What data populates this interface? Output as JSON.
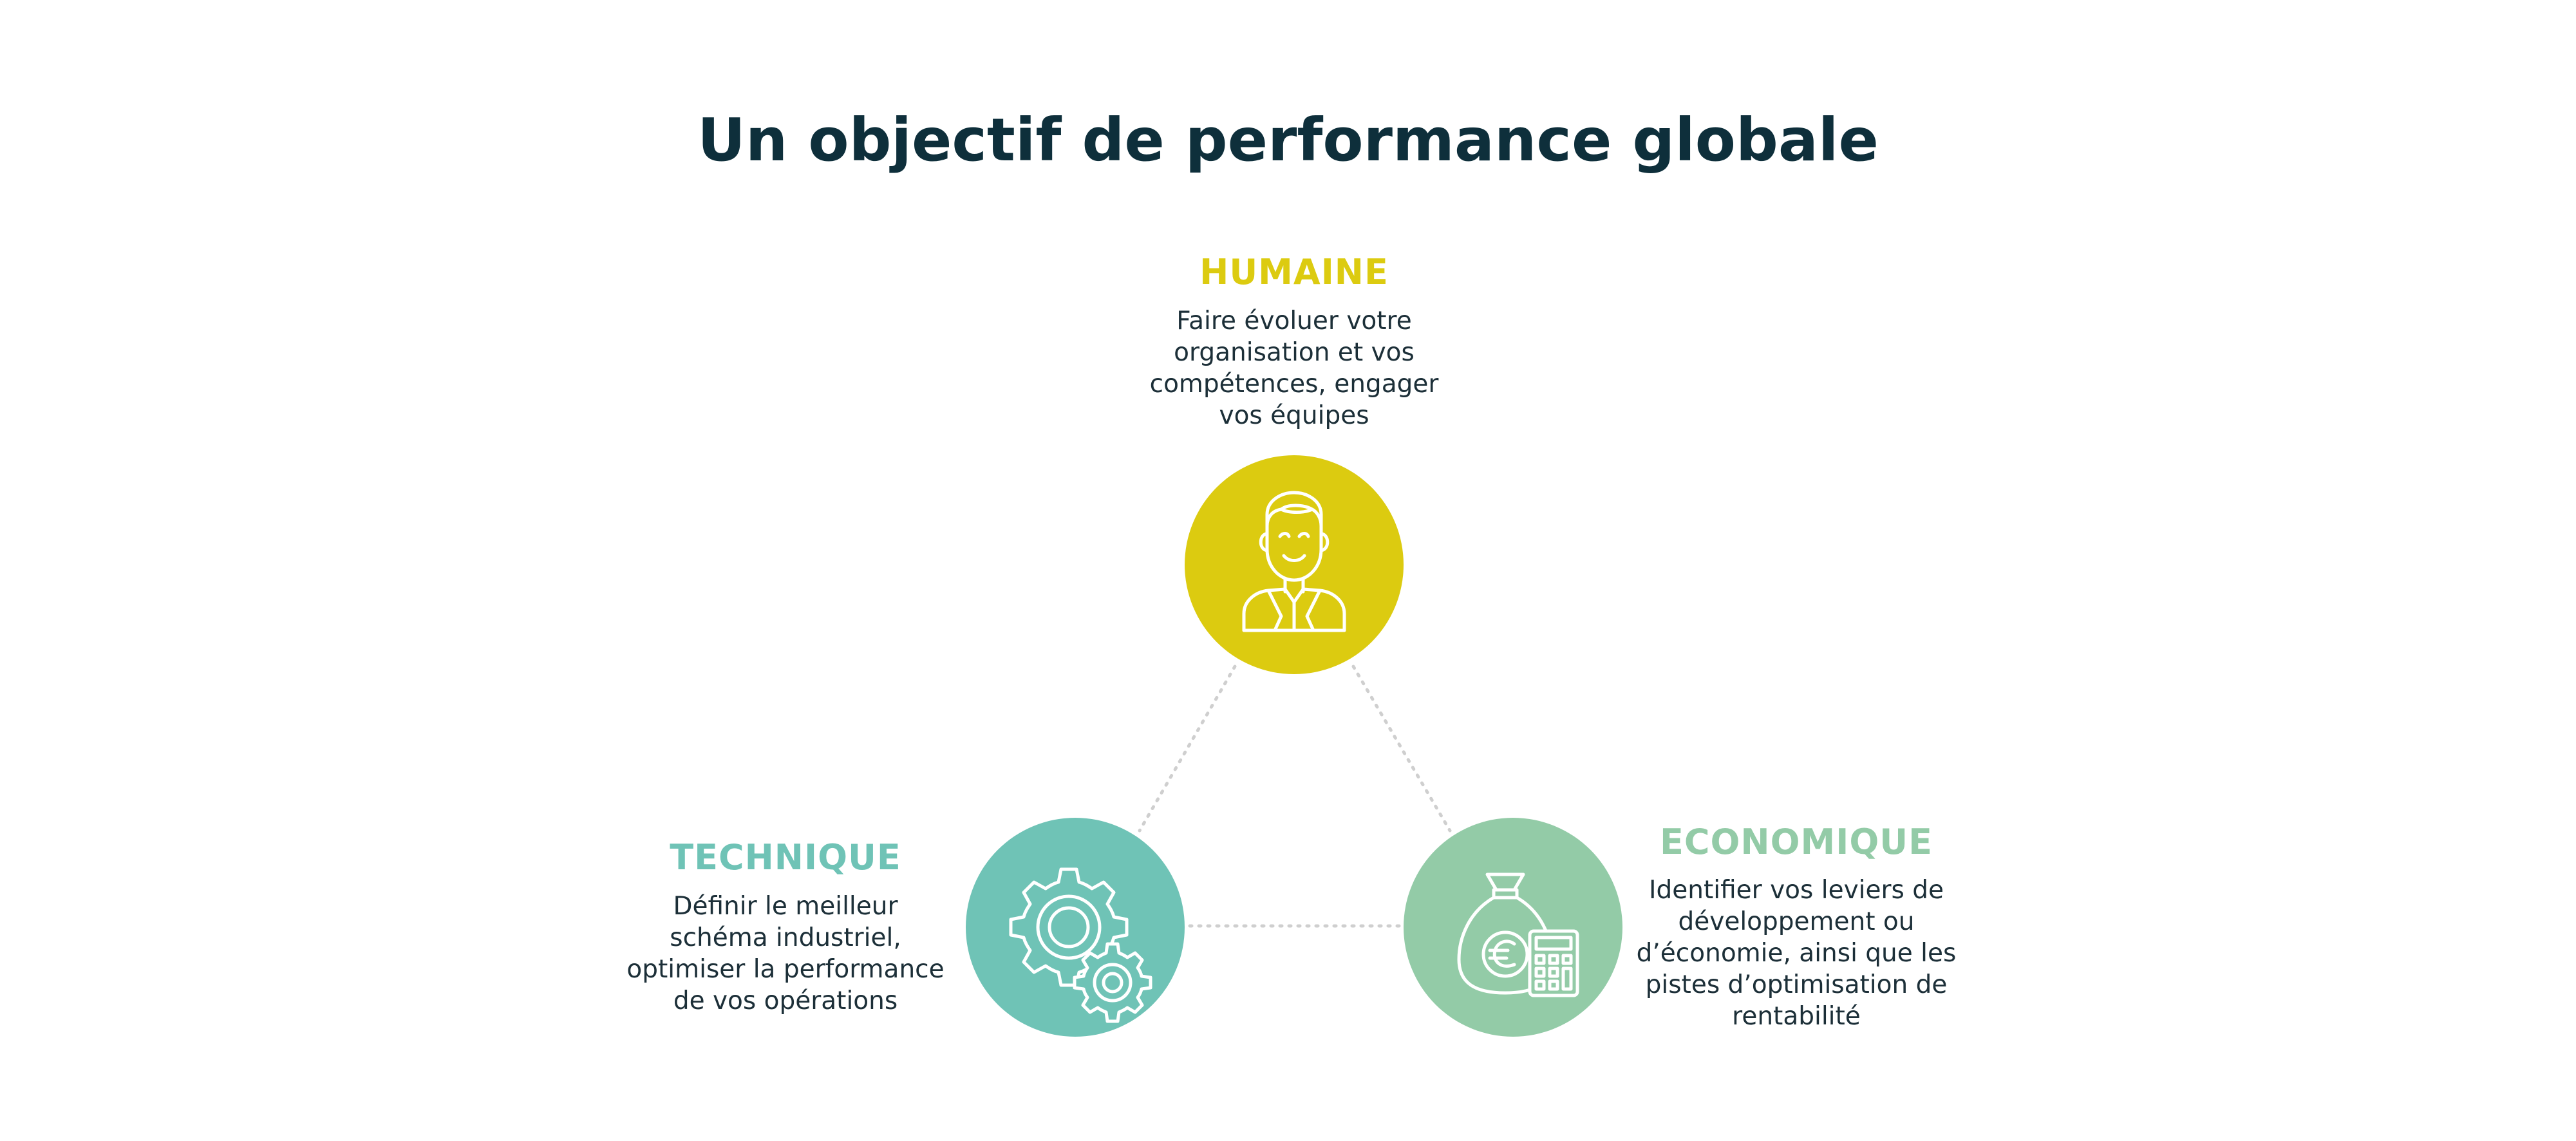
{
  "title": "Un objectif de performance globale",
  "colors": {
    "humaine": "#dccb10",
    "technique": "#6fc3b6",
    "economique": "#93cba7",
    "title": "#0e2f3b",
    "text": "#1c2f38",
    "connector": "#cfcfcf"
  },
  "nodes": {
    "humaine": {
      "label": "HUMAINE",
      "icon": "person-icon",
      "lines": [
        "Faire évoluer votre",
        "organisation et vos",
        "compétences, engager",
        "vos équipes"
      ]
    },
    "technique": {
      "label": "TECHNIQUE",
      "icon": "gears-icon",
      "lines": [
        "Définir le meilleur",
        "schéma industriel,",
        "optimiser la performance",
        "de vos opérations"
      ]
    },
    "economique": {
      "label": "ECONOMIQUE",
      "icon": "money-bag-calculator-icon",
      "lines": [
        "Identifier vos leviers de",
        "développement ou",
        "d’économie, ainsi que les",
        "pistes d’optimisation de",
        "rentabilité"
      ]
    }
  }
}
